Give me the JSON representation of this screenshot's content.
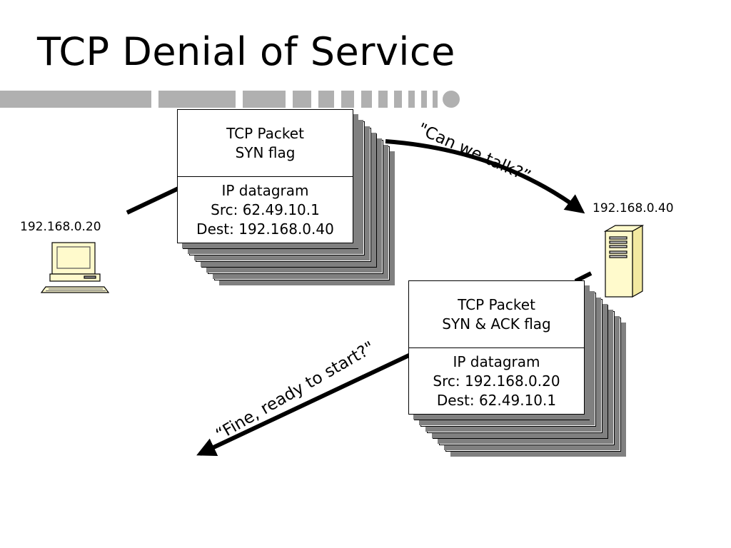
{
  "slide": {
    "title": "TCP Denial of Service"
  },
  "hosts": {
    "client": {
      "ip": "192.168.0.20",
      "icon": "desktop-computer-icon"
    },
    "server": {
      "ip": "192.168.0.40",
      "icon": "tower-server-icon"
    }
  },
  "packet_syn": {
    "top_lines": [
      "TCP Packet",
      "SYN flag"
    ],
    "bottom_lines": [
      "IP datagram",
      "Src: 62.49.10.1",
      "Dest: 192.168.0.40"
    ]
  },
  "packet_synack": {
    "top_lines": [
      "TCP Packet",
      "SYN & ACK flag"
    ],
    "bottom_lines": [
      "IP datagram",
      "Src: 192.168.0.20",
      "Dest: 62.49.10.1"
    ]
  },
  "callouts": {
    "request": "\"Can we talk?”",
    "reply": "“Fine, ready to start?\""
  },
  "colors": {
    "text": "#000000",
    "decor_gray": "#b0b0b0",
    "shadow_gray": "#808080",
    "server_fill": "#fffacc"
  }
}
